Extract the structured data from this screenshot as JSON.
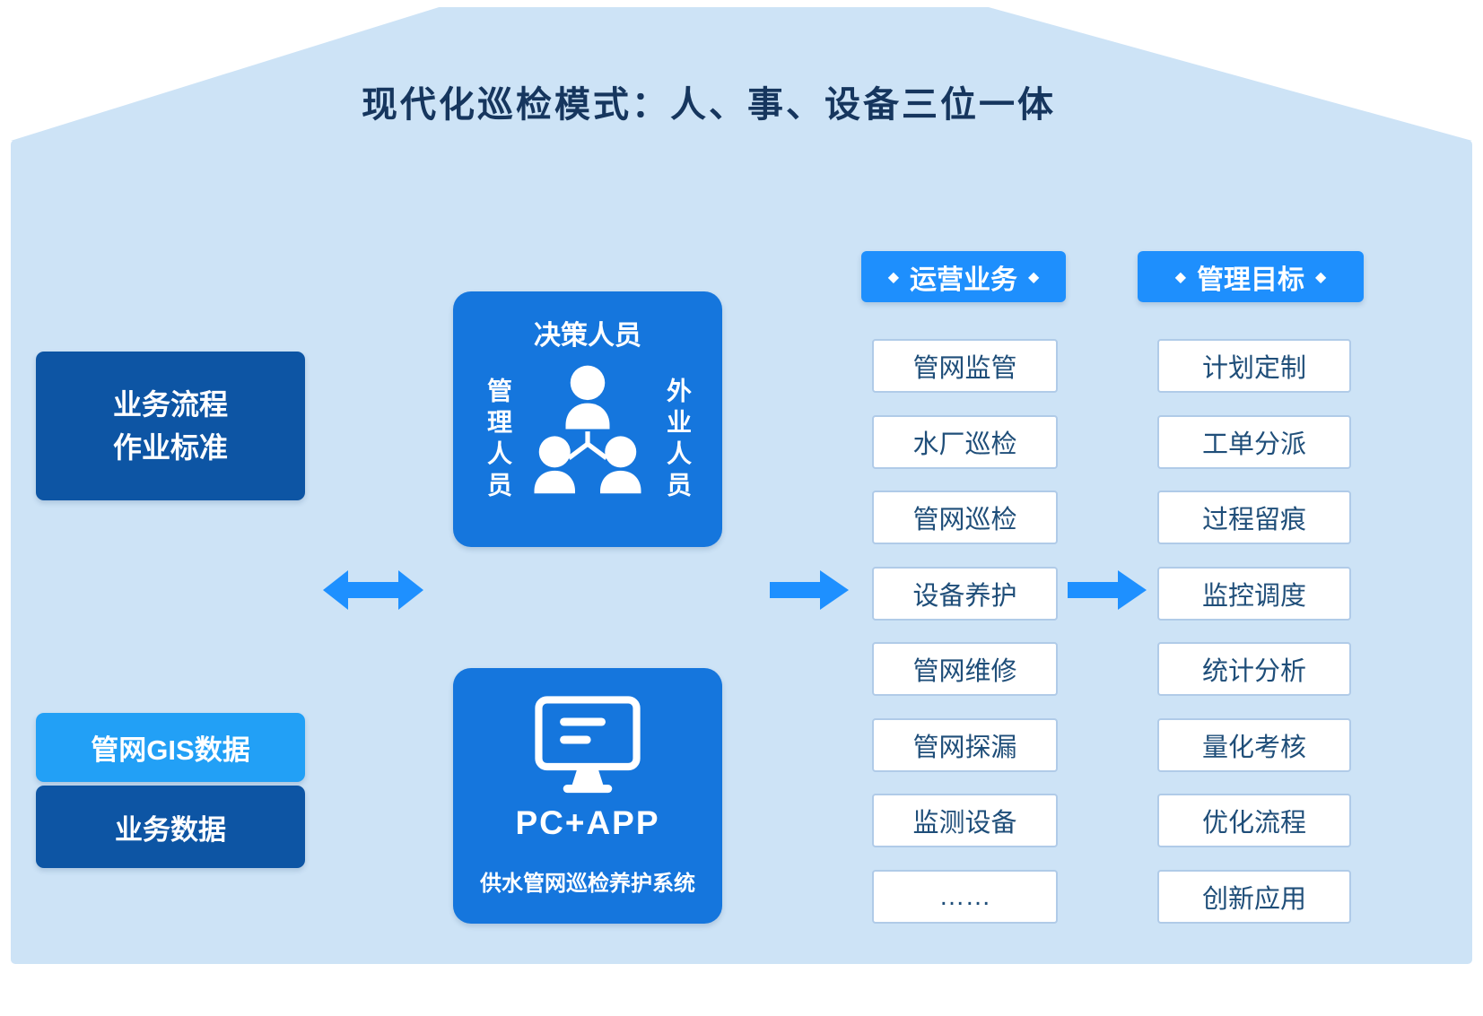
{
  "title": "现代化巡检模式：人、事、设备三位一体",
  "left_column": {
    "standards_box": {
      "line1": "业务流程",
      "line2": "作业标准"
    },
    "gis_box_label": "管网GIS数据",
    "business_data_label": "业务数据"
  },
  "center": {
    "personnel_box": {
      "top_label": "决策人员",
      "left_label": "管理人员",
      "right_label": "外业人员",
      "icon": "people-group-icon"
    },
    "system_box": {
      "icon": "monitor-icon",
      "title": "PC+APP",
      "subtitle": "供水管网巡检养护系统"
    }
  },
  "operations": {
    "diamond": "◆",
    "header_label": "运营业务",
    "items": [
      "管网监管",
      "水厂巡检",
      "管网巡检",
      "设备养护",
      "管网维修",
      "管网探漏",
      "监测设备",
      "……"
    ]
  },
  "goals": {
    "diamond": "◆",
    "header_label": "管理目标",
    "items": [
      "计划定制",
      "工单分派",
      "过程留痕",
      "监控调度",
      "统计分析",
      "量化考核",
      "优化流程",
      "创新应用"
    ]
  },
  "colors": {
    "panel_bg": "#cde3f6",
    "dark_blue": "#0d55a4",
    "bright_blue": "#1576dd",
    "accent_blue": "#1e8ffd",
    "light_blue": "#22a0f6",
    "arrow_blue": "#1e90ff",
    "title_text": "#16365e",
    "item_text": "#1f4e79",
    "item_border": "#b0cbe8"
  }
}
